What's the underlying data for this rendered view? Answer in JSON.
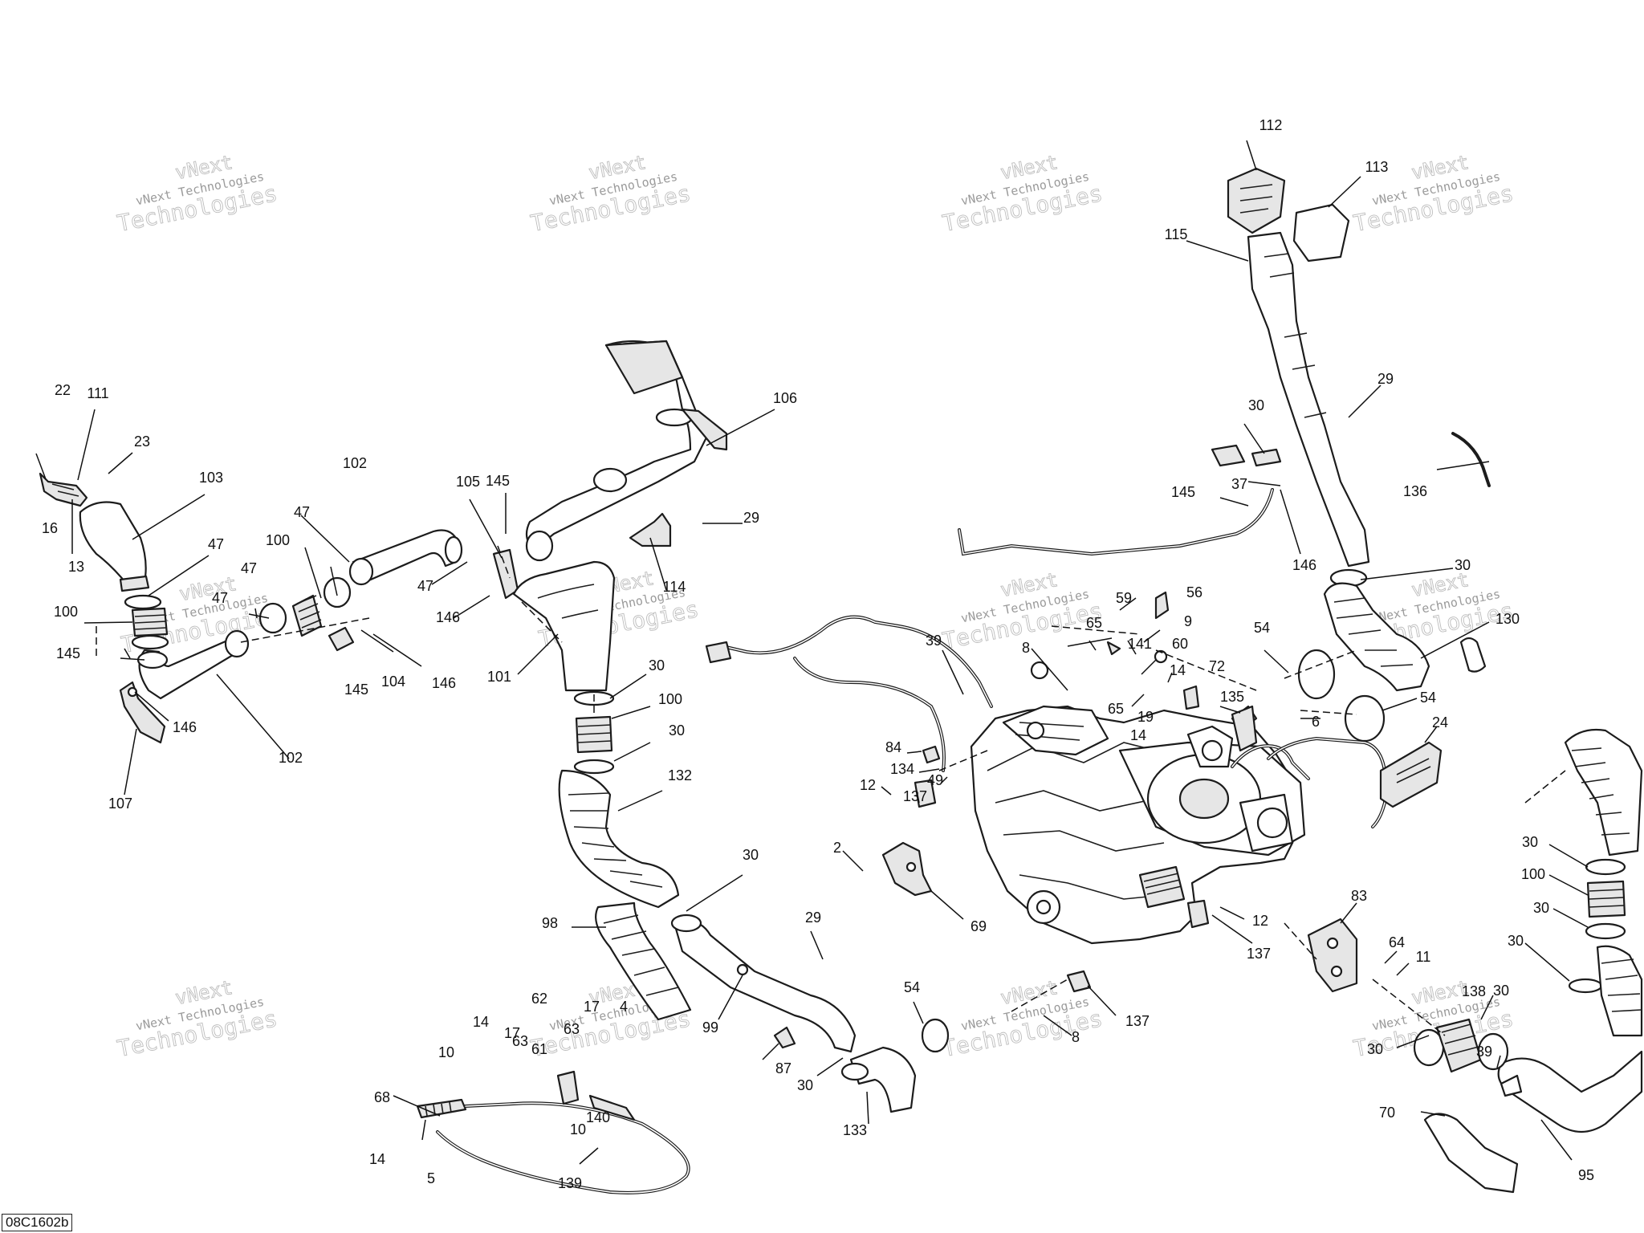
{
  "diagram": {
    "reference_code": "08C1602b",
    "watermark_line_1": "vNext",
    "watermark_line_2": "vNext Technologies",
    "watermark_line_3": "Technologies",
    "callouts": [
      {
        "id": "c22",
        "label": "22"
      },
      {
        "id": "c111",
        "label": "111"
      },
      {
        "id": "c23",
        "label": "23"
      },
      {
        "id": "c103",
        "label": "103"
      },
      {
        "id": "c16",
        "label": "16"
      },
      {
        "id": "c13",
        "label": "13"
      },
      {
        "id": "c47a",
        "label": "47"
      },
      {
        "id": "c100a",
        "label": "100"
      },
      {
        "id": "c145a",
        "label": "145"
      },
      {
        "id": "c146a",
        "label": "146"
      },
      {
        "id": "c107",
        "label": "107"
      },
      {
        "id": "c102a",
        "label": "102"
      },
      {
        "id": "c47b",
        "label": "47"
      },
      {
        "id": "c100b",
        "label": "100"
      },
      {
        "id": "c47c",
        "label": "47"
      },
      {
        "id": "c47d",
        "label": "47"
      },
      {
        "id": "c102b",
        "label": "102"
      },
      {
        "id": "c145b",
        "label": "145"
      },
      {
        "id": "c104",
        "label": "104"
      },
      {
        "id": "c146b",
        "label": "146"
      },
      {
        "id": "c105",
        "label": "105"
      },
      {
        "id": "c145c",
        "label": "145"
      },
      {
        "id": "c47e",
        "label": "47"
      },
      {
        "id": "c146c",
        "label": "146"
      },
      {
        "id": "c106",
        "label": "106"
      },
      {
        "id": "c29a",
        "label": "29"
      },
      {
        "id": "c114",
        "label": "114"
      },
      {
        "id": "c101",
        "label": "101"
      },
      {
        "id": "c30a",
        "label": "30"
      },
      {
        "id": "c100c",
        "label": "100"
      },
      {
        "id": "c30b",
        "label": "30"
      },
      {
        "id": "c132",
        "label": "132"
      },
      {
        "id": "c30c",
        "label": "30"
      },
      {
        "id": "c98",
        "label": "98"
      },
      {
        "id": "c99",
        "label": "99"
      },
      {
        "id": "c29b",
        "label": "29"
      },
      {
        "id": "c87",
        "label": "87"
      },
      {
        "id": "c30d",
        "label": "30"
      },
      {
        "id": "c133",
        "label": "133"
      },
      {
        "id": "c54a",
        "label": "54"
      },
      {
        "id": "c62",
        "label": "62"
      },
      {
        "id": "c17a",
        "label": "17"
      },
      {
        "id": "c4",
        "label": "4"
      },
      {
        "id": "c63a",
        "label": "63"
      },
      {
        "id": "c61",
        "label": "61"
      },
      {
        "id": "c63b",
        "label": "63"
      },
      {
        "id": "c14a",
        "label": "14"
      },
      {
        "id": "c17b",
        "label": "17"
      },
      {
        "id": "c10a",
        "label": "10"
      },
      {
        "id": "c140",
        "label": "140"
      },
      {
        "id": "c10b",
        "label": "10"
      },
      {
        "id": "c68",
        "label": "68"
      },
      {
        "id": "c14b",
        "label": "14"
      },
      {
        "id": "c5",
        "label": "5"
      },
      {
        "id": "c139",
        "label": "139"
      },
      {
        "id": "c112",
        "label": "112"
      },
      {
        "id": "c113",
        "label": "113"
      },
      {
        "id": "c115",
        "label": "115"
      },
      {
        "id": "c29c",
        "label": "29"
      },
      {
        "id": "c30e",
        "label": "30"
      },
      {
        "id": "c37",
        "label": "37"
      },
      {
        "id": "c145d",
        "label": "145"
      },
      {
        "id": "c146d",
        "label": "146"
      },
      {
        "id": "c136",
        "label": "136"
      },
      {
        "id": "c30f",
        "label": "30"
      },
      {
        "id": "c130",
        "label": "130"
      },
      {
        "id": "c54b",
        "label": "54"
      },
      {
        "id": "c54c",
        "label": "54"
      },
      {
        "id": "c6",
        "label": "6"
      },
      {
        "id": "c24",
        "label": "24"
      },
      {
        "id": "c135",
        "label": "135"
      },
      {
        "id": "c59",
        "label": "59"
      },
      {
        "id": "c56",
        "label": "56"
      },
      {
        "id": "c65a",
        "label": "65"
      },
      {
        "id": "c9",
        "label": "9"
      },
      {
        "id": "c141",
        "label": "141"
      },
      {
        "id": "c60",
        "label": "60"
      },
      {
        "id": "c14c",
        "label": "14"
      },
      {
        "id": "c72",
        "label": "72"
      },
      {
        "id": "c65b",
        "label": "65"
      },
      {
        "id": "c19",
        "label": "19"
      },
      {
        "id": "c14d",
        "label": "14"
      },
      {
        "id": "c8a",
        "label": "8"
      },
      {
        "id": "c39a",
        "label": "39"
      },
      {
        "id": "c84",
        "label": "84"
      },
      {
        "id": "c134",
        "label": "134"
      },
      {
        "id": "c49",
        "label": "49"
      },
      {
        "id": "c12a",
        "label": "12"
      },
      {
        "id": "c137a",
        "label": "137"
      },
      {
        "id": "c2",
        "label": "2"
      },
      {
        "id": "c69",
        "label": "69"
      },
      {
        "id": "c12b",
        "label": "12"
      },
      {
        "id": "c137b",
        "label": "137"
      },
      {
        "id": "c137c",
        "label": "137"
      },
      {
        "id": "c8b",
        "label": "8"
      },
      {
        "id": "c83",
        "label": "83"
      },
      {
        "id": "c64",
        "label": "64"
      },
      {
        "id": "c11",
        "label": "11"
      },
      {
        "id": "c138",
        "label": "138"
      },
      {
        "id": "c30g",
        "label": "30"
      },
      {
        "id": "c30h",
        "label": "30"
      },
      {
        "id": "c39b",
        "label": "39"
      },
      {
        "id": "c70",
        "label": "70"
      },
      {
        "id": "c95",
        "label": "95"
      },
      {
        "id": "c30i",
        "label": "30"
      },
      {
        "id": "c100d",
        "label": "100"
      },
      {
        "id": "c30j",
        "label": "30"
      },
      {
        "id": "c30k",
        "label": "30"
      }
    ]
  }
}
